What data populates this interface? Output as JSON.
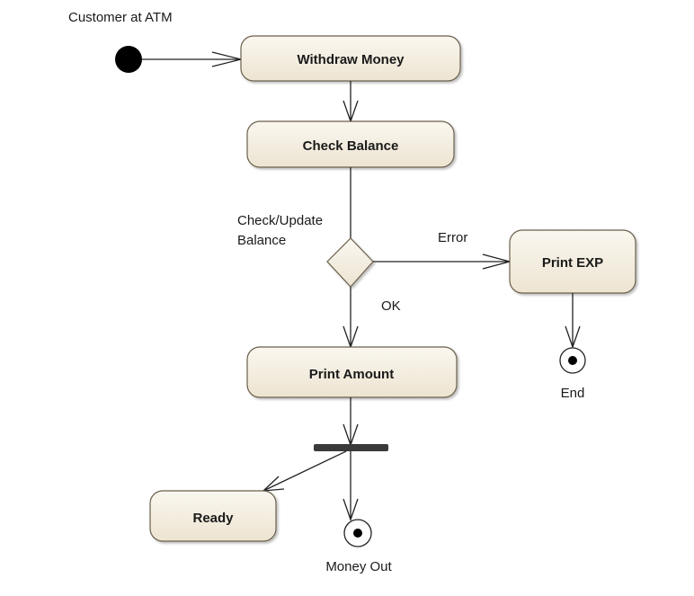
{
  "diagram": {
    "initial_label": "Customer at ATM",
    "activities": {
      "withdraw": "Withdraw Money",
      "check_balance": "Check Balance",
      "print_exp": "Print EXP",
      "print_amount": "Print Amount",
      "ready": "Ready"
    },
    "decision": {
      "label_line1": "Check/Update",
      "label_line2": "Balance",
      "guard_error": "Error",
      "guard_ok": "OK"
    },
    "final_nodes": {
      "end": "End",
      "money_out": "Money Out"
    },
    "colors": {
      "activity_fill": "#f1ebdc",
      "activity_stroke": "#6b5f4b",
      "line": "#222222"
    }
  }
}
